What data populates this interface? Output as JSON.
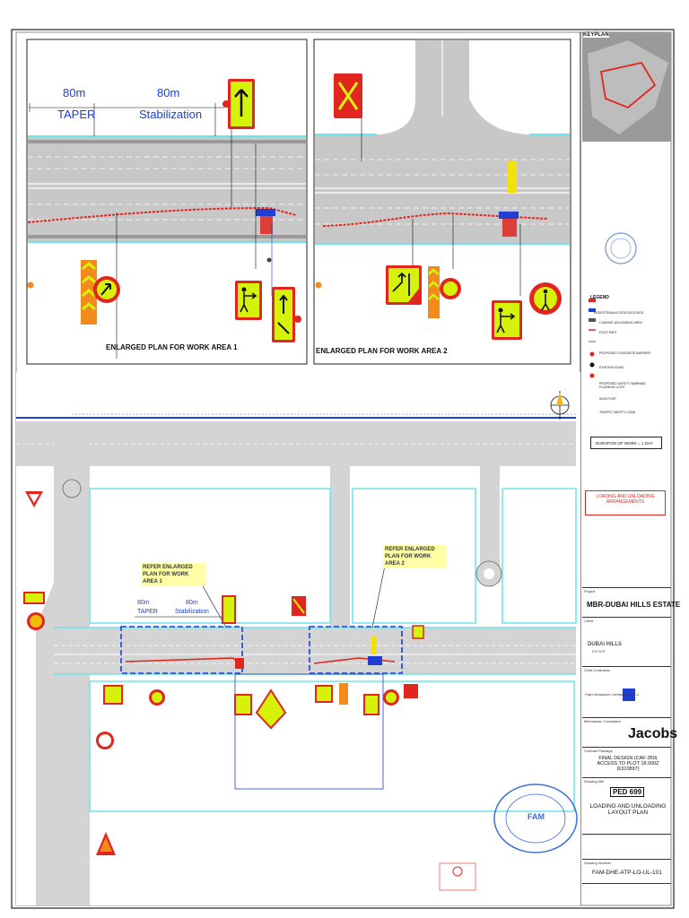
{
  "panels": {
    "area1_title": "ENLARGED PLAN FOR WORK AREA 1",
    "area2_title": "ENLARGED PLAN FOR WORK AREA 2",
    "taper_len": "80m",
    "taper_label": "TAPER",
    "stab_len": "80m",
    "stab_label": "Stabilization",
    "main_taper_len": "80m",
    "main_taper_label": "TAPER",
    "main_stab_len": "80m",
    "main_stab_label": "Stabilization",
    "refer1": "REFER ENLARGED PLAN FOR WORK AREA 1",
    "refer2": "REFER ENLARGED PLAN FOR WORK AREA 2"
  },
  "titleblock": {
    "keyplan": "KEYPLAN",
    "legend_title": "LEGEND",
    "legend_items": [
      "PEDESTRIAN ACCESS BLOCKED",
      "LOADING UNLOADING AREA",
      "FOOT PATH",
      "PROPOSED CONCRETE BARRIER",
      "EXISTING ROAD",
      "PROPOSED SAFETY WARNING FLASHING LIGHT",
      "SIGN POST",
      "TRAFFIC SAFETY CONE"
    ],
    "duration": "DURATION OF WORK = 1 DAY",
    "purpose": "LOADING AND UNLOADING ARRANGEMENTS",
    "project_label": "Project",
    "project": "MBR-DUBAI HILLS ESTATE",
    "client_label": "Client",
    "client_logo1": "DUBAI HILLS",
    "client_logo1_sub": "ESTATE",
    "contractor_label": "Civils Contractor",
    "contractor_name": "Fajer Almadaen Contracting L.L.C.",
    "consultant_label": "Mechanism Consultant",
    "consultant_logo": "Jacobs",
    "package_label": "Contract Package",
    "package": "FINAL DESIGN (CAF-350) ACCESS TO PLOT 18.000Z (6310897)",
    "drawing_title_label": "Drawing title",
    "ped_code": "PED 699",
    "drawing_title": "LOADING AND UNLOADING LAYOUT PLAN",
    "drawing_no_label": "Drawing Number",
    "drawing_no": "FAM-DHE-ATP-LO-UL-101",
    "stamp_text": "FAM"
  },
  "colors": {
    "road": "#c8c8c8",
    "curb": "#6fe3ea",
    "barrier": "#e0261e",
    "sign_yellow": "#d6f20a",
    "sign_red": "#e0261e",
    "sign_orange": "#f38a1c",
    "frame_blue": "#1f3fd0"
  }
}
